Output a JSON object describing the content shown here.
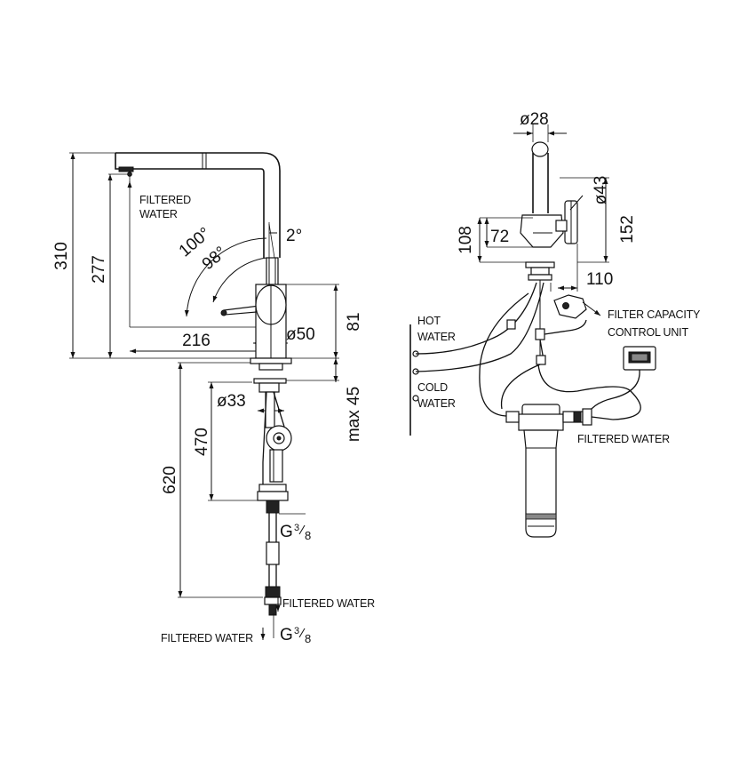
{
  "left_view": {
    "dims": {
      "h_total": "310",
      "h_spout": "277",
      "reach": "216",
      "body_dia": "ø50",
      "h_body": "81",
      "deck_max": "max 45",
      "hole_dia": "ø33",
      "hose_470": "470",
      "hose_620": "620",
      "angle_100": "100°",
      "angle_98": "98°",
      "angle_2": "2°"
    },
    "labels": {
      "spout_filtered_1": "FILTERED",
      "spout_filtered_2": "WATER",
      "bottom_filtered_right": "FILTERED WATER",
      "bottom_filtered_left": "FILTERED WATER"
    },
    "threads": {
      "upper": {
        "g": "G",
        "num": "3",
        "den": "8"
      },
      "lower": {
        "g": "G",
        "num": "3",
        "den": "8"
      }
    }
  },
  "right_view": {
    "dims": {
      "spout_dia": "ø28",
      "handle_dia": "ø43",
      "h_108": "108",
      "w_72": "72",
      "h_152": "152",
      "w_110": "110"
    },
    "labels": {
      "hot_1": "HOT",
      "hot_2": "WATER",
      "cold_1": "COLD",
      "cold_2": "WATER",
      "filter_cap_1": "FILTER CAPACITY",
      "filter_cap_2": "CONTROL UNIT",
      "filtered_water": "FILTERED WATER"
    }
  }
}
